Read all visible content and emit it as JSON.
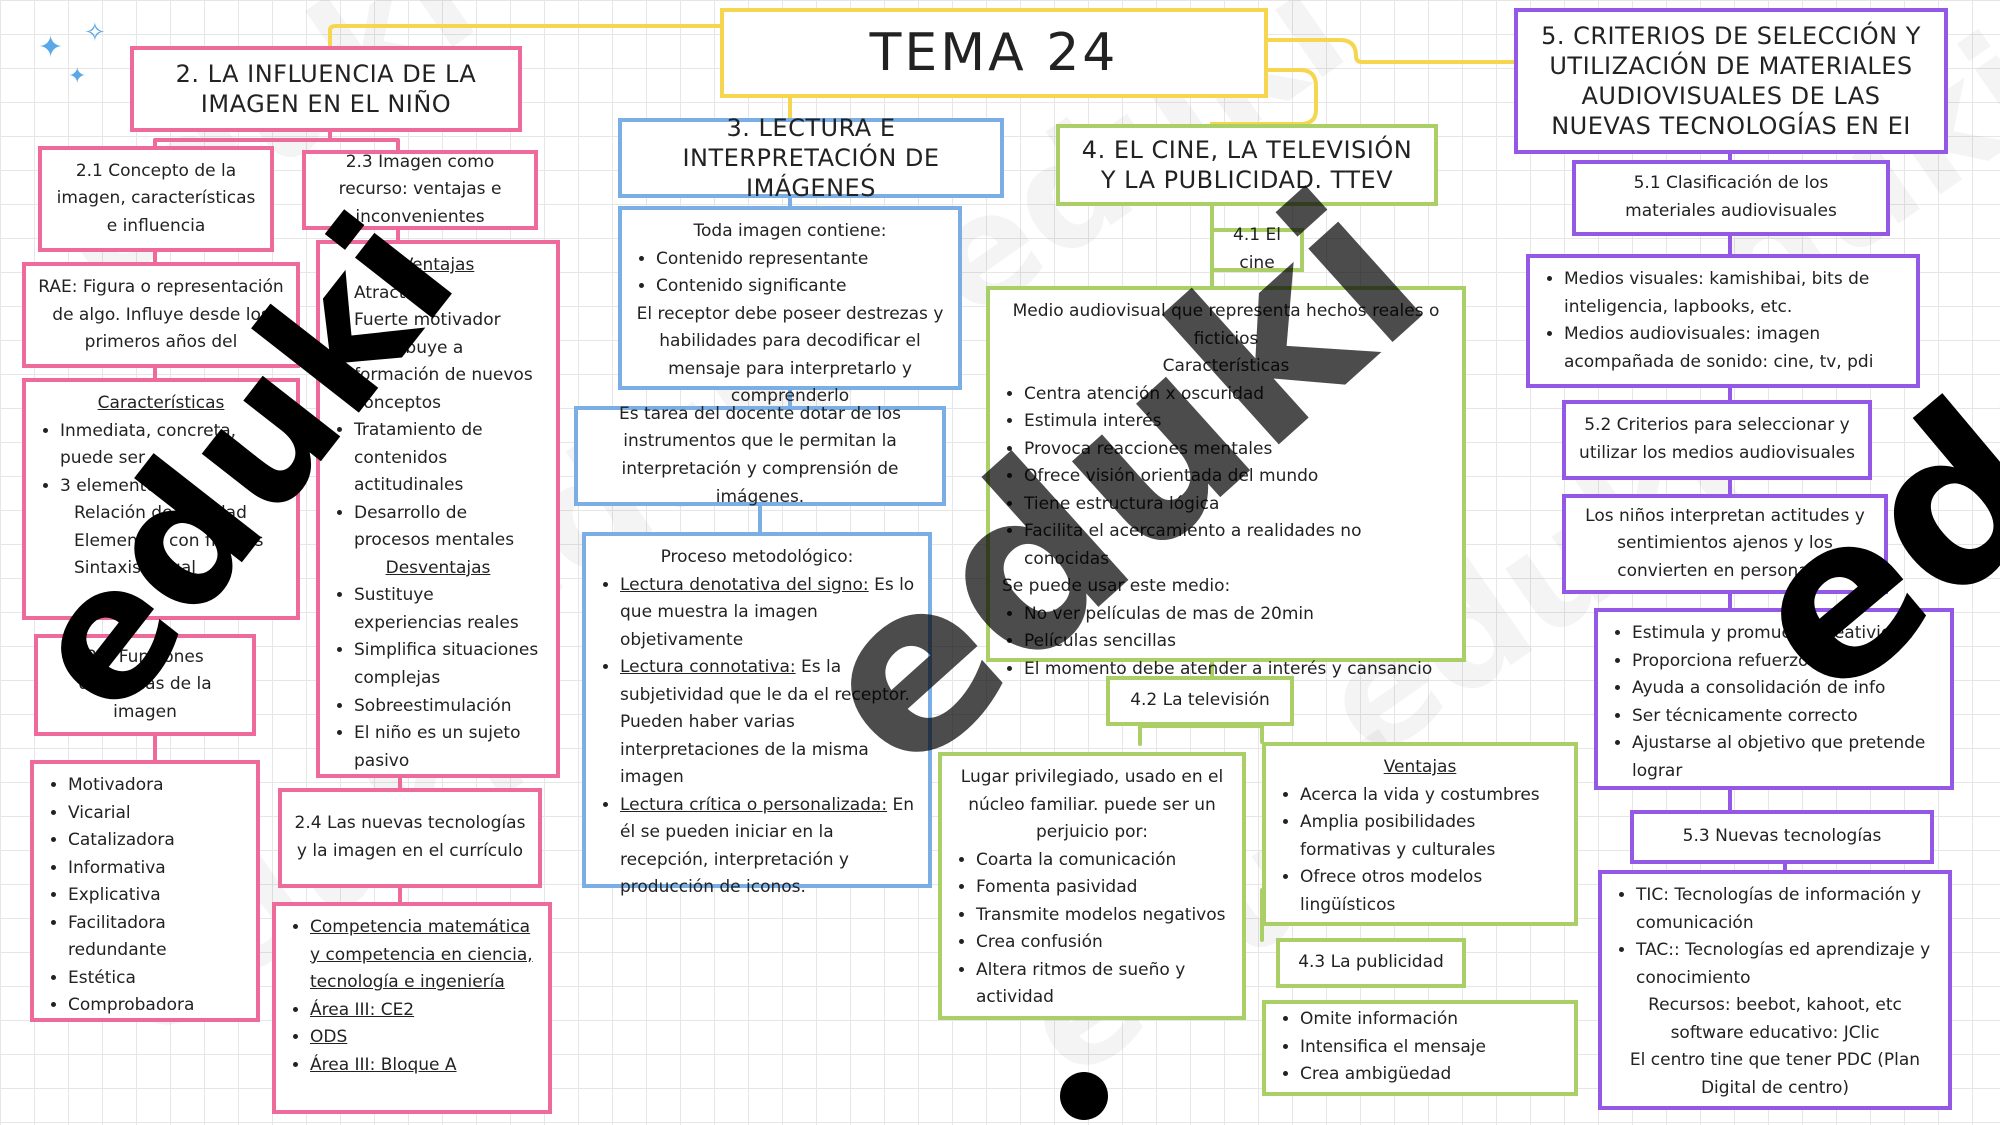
{
  "title": "TEMA 24",
  "watermark": "eduki",
  "colors": {
    "pink": "#ee6a9b",
    "blue": "#7aaee4",
    "green": "#a9cf66",
    "purple": "#9359e6",
    "yellow": "#f7d64f"
  },
  "s2": {
    "heading": "2. LA INFLUENCIA DE LA IMAGEN EN EL NIÑO",
    "s21": "2.1 Concepto de la imagen, características e influencia",
    "s23": "2.3 Imagen como recurso: ventajas e inconvenientes",
    "rae": "RAE: Figura o representación de algo. Influye desde los primeros años del",
    "caract": {
      "heading": "Características",
      "items": [
        "Inmediata, concreta, puede ser",
        "3 elementos:"
      ],
      "subitems": [
        "Relación de realidad",
        "Elementos con figuras",
        "Sintaxis visual"
      ]
    },
    "ventajas": {
      "heading": "Ventajas",
      "items": [
        "Atractivas",
        "Fuerte motivador",
        "Contribuye a formación de nuevos conceptos",
        "Tratamiento de contenidos actitudinales",
        "Desarrollo de procesos mentales"
      ]
    },
    "desventajas": {
      "heading": "Desventajas",
      "items": [
        "Sustituye experiencias reales",
        "Simplifica situaciones complejas",
        "Sobreestimulación",
        "El niño es un sujeto pasivo"
      ]
    },
    "s22": "2.2 Funciones didácticas de la imagen",
    "funciones": [
      "Motivadora",
      "Vicarial",
      "Catalizadora",
      "Informativa",
      "Explicativa",
      "Facilitadora redundante",
      "Estética",
      "Comprobadora"
    ],
    "s24": "2.4 Las nuevas tecnologías y la imagen en el currículo",
    "curriculo": [
      "Competencia matemática y competencia en ciencia, tecnología e ingeniería",
      "Área III: CE2",
      "ODS",
      "Área III: Bloque A"
    ]
  },
  "s3": {
    "heading": "3. LECTURA E INTERPRETACIÓN DE IMÁGENES",
    "contiene": "Toda imagen contiene:",
    "contiene_items": [
      "Contenido representante",
      "Contenido significante"
    ],
    "receptor": "El receptor debe poseer destrezas y habilidades para decodificar el mensaje para interpretarlo y comprenderlo",
    "docente": "Es tarea del docente dotar de los instrumentos que le permitan la interpretación y comprensión de imágenes.",
    "proceso": "Proceso metodológico:",
    "lecturas": [
      {
        "name": "Lectura denotativa del signo:",
        "text": " Es lo que muestra la imagen objetivamente"
      },
      {
        "name": "Lectura connotativa:",
        "text": " Es la subjetividad que le da el receptor. Pueden haber varias interpretaciones de la misma imagen"
      },
      {
        "name": "Lectura crítica o personalizada:",
        "text": " En él se pueden iniciar en la recepción, interpretación y producción de iconos."
      }
    ]
  },
  "s4": {
    "heading": "4. EL CINE, LA TELEVISIÓN Y LA PUBLICIDAD. TTEV",
    "s41": "4.1 El cine",
    "cine_def": "Medio audiovisual que representa hechos reales o ficticios",
    "cine_caract": "Características",
    "cine_items": [
      "Centra atención x oscuridad",
      "Estimula interés",
      "Provoca reacciones mentales",
      "Ofrece visión orientada del mundo",
      "Tiene estructura lógica",
      "Facilita el acercamiento a realidades no conocidas"
    ],
    "cine_uso": "Se puede usar este medio:",
    "cine_uso_items": [
      "No ver películas de mas de 20min",
      "Películas sencillas",
      "El momento debe atender a interés y cansancio"
    ],
    "s42": "4.2 La televisión",
    "tv_intro": "Lugar privilegiado, usado en el núcleo familiar. puede ser un perjuicio por:",
    "tv_items": [
      "Coarta la comunicación",
      "Fomenta pasividad",
      "Transmite modelos negativos",
      "Crea confusión",
      "Altera ritmos de sueño y actividad"
    ],
    "tv_ventajas": "Ventajas",
    "tv_ventajas_items": [
      "Acerca la vida y costumbres",
      "Amplia posibilidades formativas y culturales",
      "Ofrece otros modelos lingüísticos"
    ],
    "s43": "4.3 La publicidad",
    "pub_items": [
      "Omite información",
      "Intensifica el mensaje",
      "Crea ambigüedad"
    ]
  },
  "s5": {
    "heading": "5. CRITERIOS DE SELECCIÓN Y UTILIZACIÓN DE MATERIALES AUDIOVISUALES DE LAS NUEVAS TECNOLOGÍAS EN EI",
    "s51": "5.1 Clasificación de los materiales audiovisuales",
    "medios": [
      "Medios visuales: kamishibai, bits de inteligencia, lapbooks, etc.",
      "Medios audiovisuales: imagen acompañada de sonido: cine, tv, pdi"
    ],
    "s52": "5.2 Criterios para seleccionar y utilizar los medios audiovisuales",
    "ninos": "Los niños interpretan actitudes y sentimientos ajenos y los convierten en personales",
    "criterios": [
      "Estimula y promueve creatividad",
      "Proporciona refuerzos",
      "Ayuda a consolidación de info",
      "Ser técnicamente correcto",
      "Ajustarse al objetivo que pretende lograr"
    ],
    "s53": "5.3 Nuevas tecnologías",
    "tic": [
      "TIC: Tecnologías de información y comunicación",
      "TAC:: Tecnologías ed aprendizaje y conocimiento"
    ],
    "recursos": "Recursos: beebot, kahoot, etc software educativo: JClic",
    "pdc": "El centro tine que tener PDC (Plan Digital de centro)"
  }
}
